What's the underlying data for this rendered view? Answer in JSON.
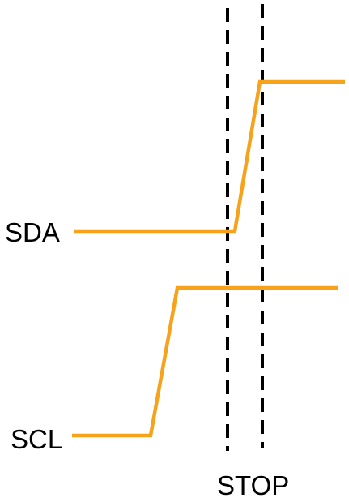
{
  "signals": {
    "sda": {
      "label": "SDA"
    },
    "scl": {
      "label": "SCL"
    }
  },
  "marker": {
    "label": "STOP"
  },
  "colors": {
    "signal": "#f7a21b",
    "guide": "#000000",
    "text": "#000000",
    "background": "#ffffff"
  }
}
